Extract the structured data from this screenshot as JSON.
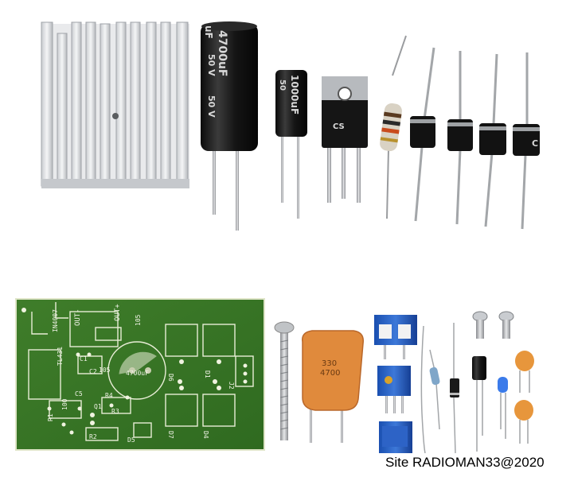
{
  "photo": {
    "watermark": "Site RADIOMAN33@2020",
    "components": {
      "cap_large_1": "4700uF",
      "cap_large_1_v": "50 V",
      "cap_large_1_side": "uF",
      "cap_medium": "1000uF",
      "cap_medium_v": "50",
      "mosfet_mark": "CS",
      "diode_mark": "C",
      "varistor_mark_1": "330",
      "varistor_mark_2": "4700"
    },
    "pcb_labels": {
      "in4007": "IN4007",
      "out": "OUT-",
      "out_plus": "OUT+",
      "v105": "105",
      "cap_4700": "4700uF",
      "d6": "D6",
      "d1": "D1",
      "d7": "D7",
      "d4": "D4",
      "j2": "J2",
      "r1": "R1",
      "r4": "R4",
      "c1": "C1",
      "c2": "C2",
      "c5": "C5",
      "q1": "Q1",
      "v100": "100",
      "tl431": "TL431",
      "r2": "R2",
      "r3": "R3",
      "v105b": "105",
      "d5": "D5"
    }
  }
}
